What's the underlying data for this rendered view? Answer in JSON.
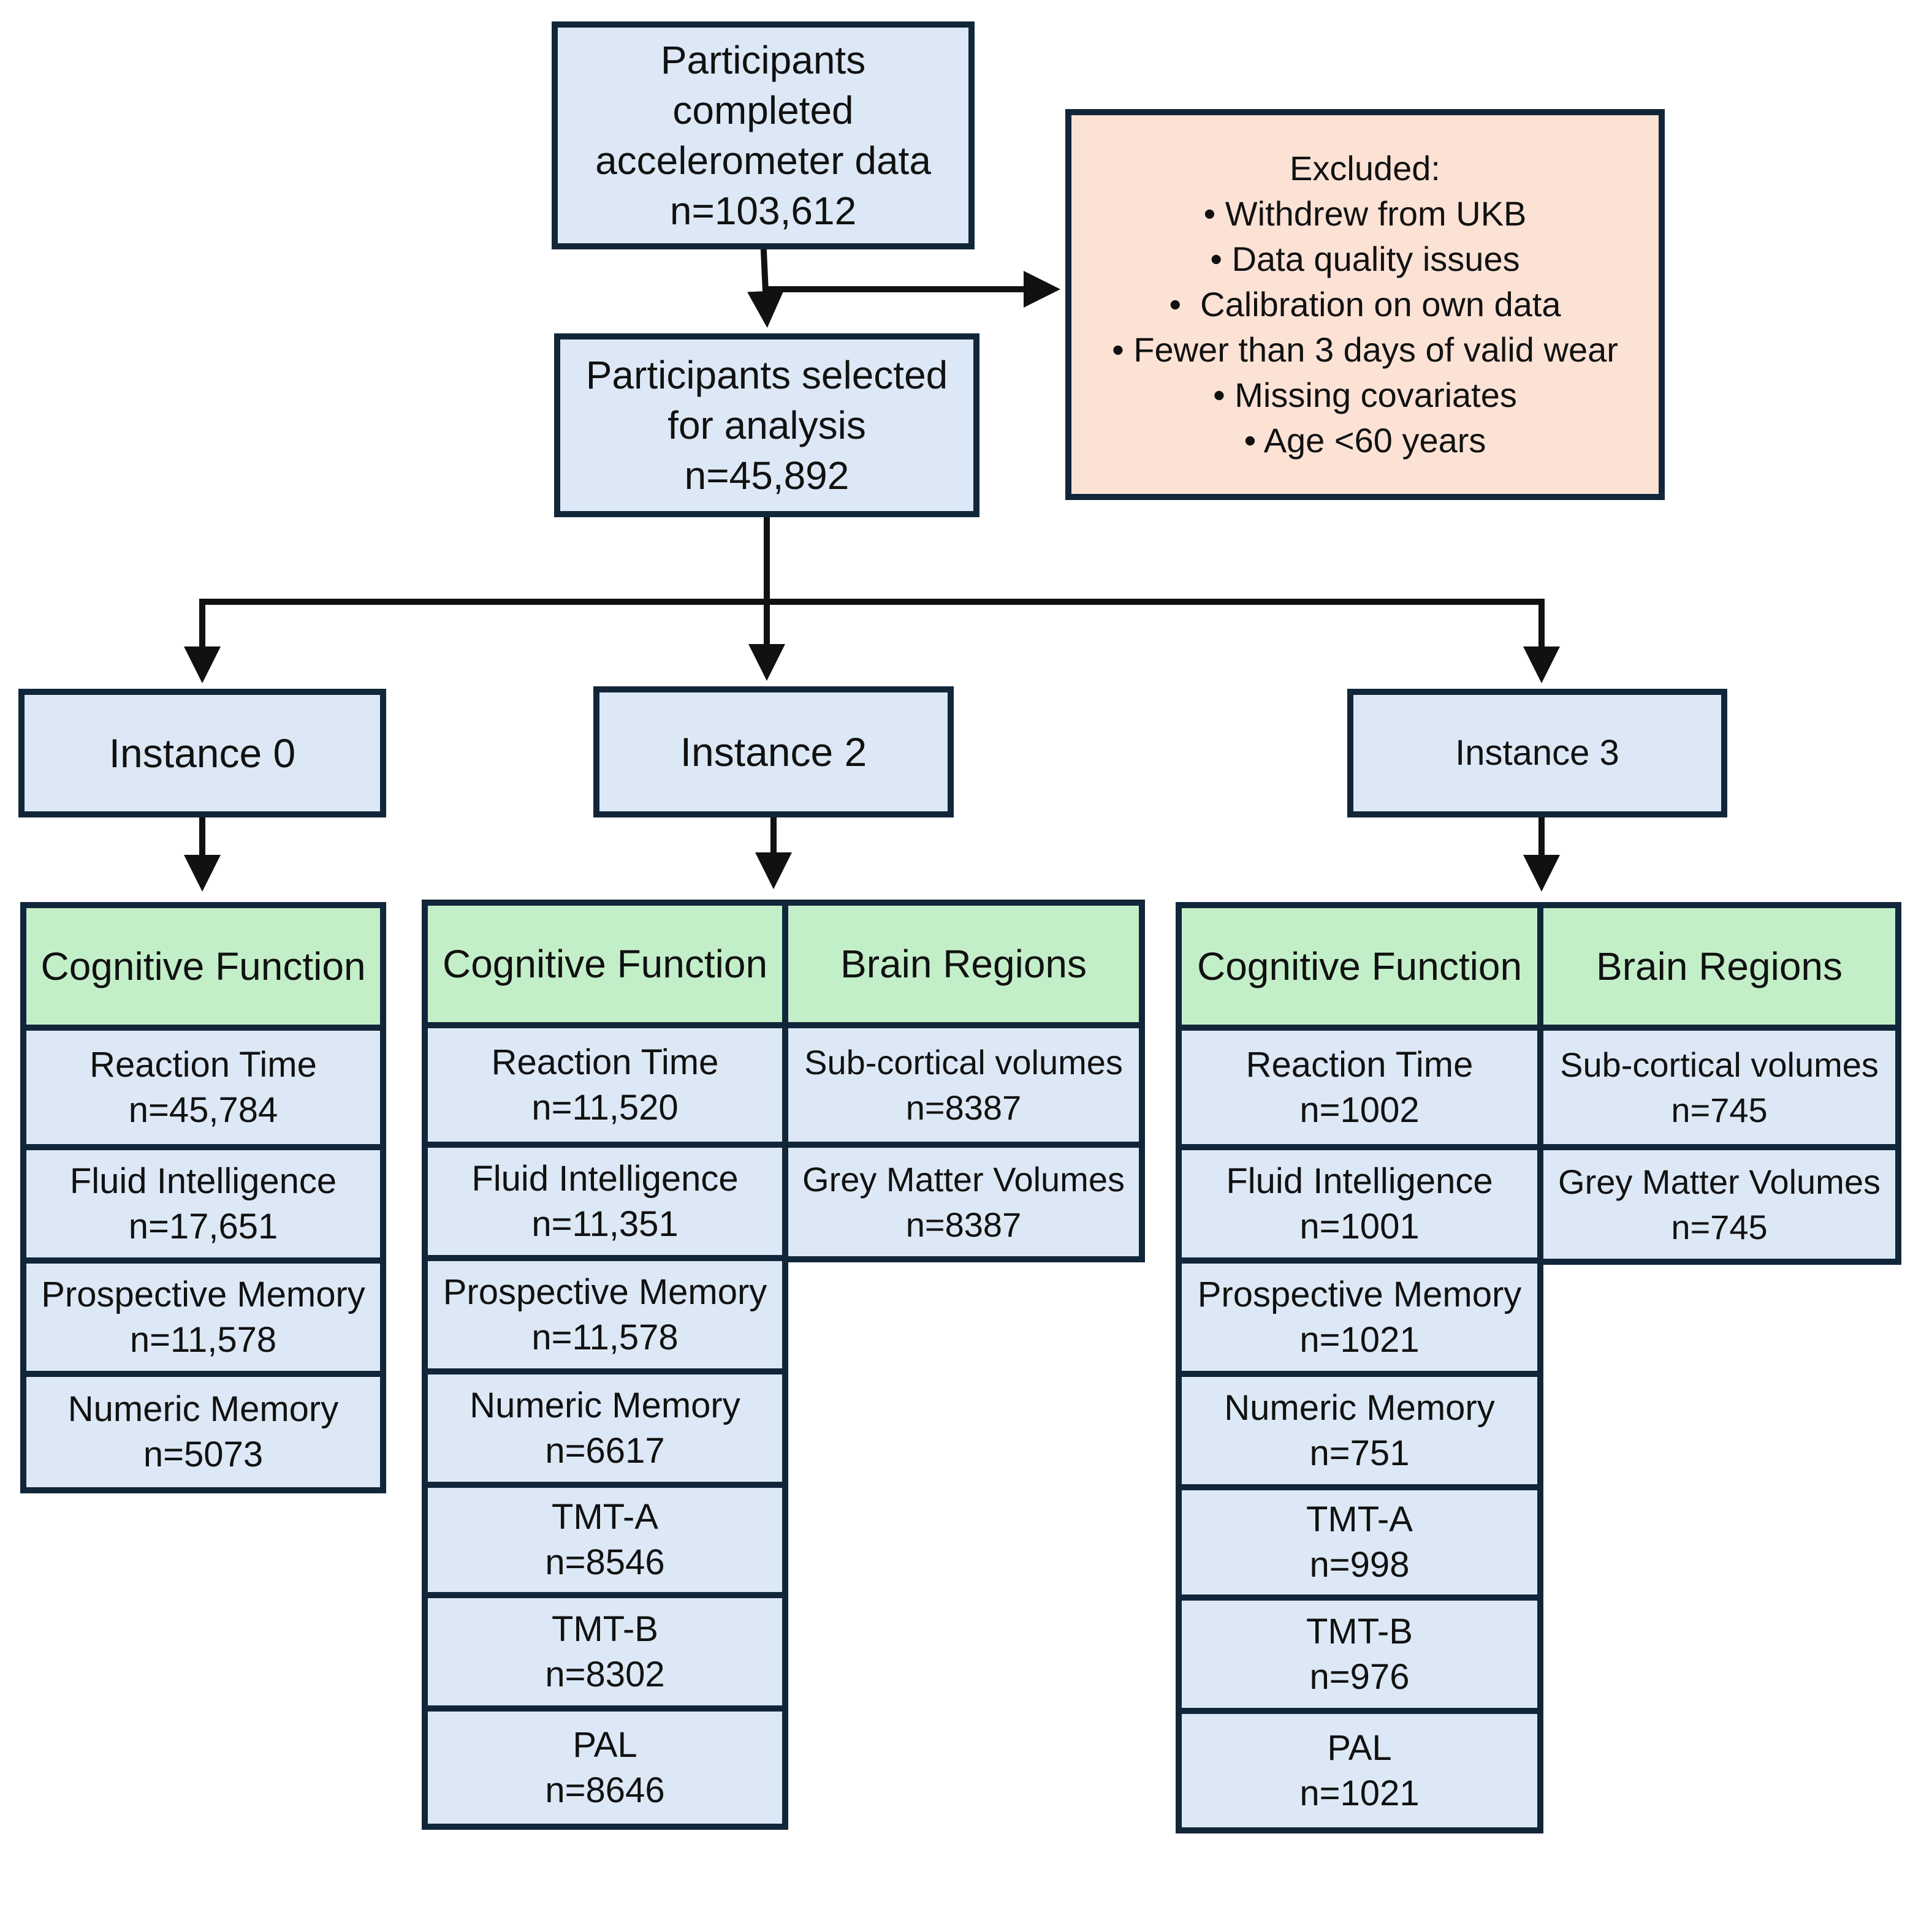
{
  "top": {
    "lines": [
      "Participants",
      "completed",
      "accelerometer data",
      "n=103,612"
    ]
  },
  "excluded": {
    "title": "Excluded:",
    "items": [
      "Withdrew from UKB",
      "Data quality issues",
      "Calibration on own data",
      "Fewer than 3 days of valid wear",
      "Missing covariates",
      "Age <60 years"
    ],
    "bullet": "•"
  },
  "selected": {
    "lines": [
      "Participants selected",
      "for analysis",
      "n=45,892"
    ]
  },
  "instances": [
    {
      "label": "Instance 0",
      "cognitive": {
        "header": "Cognitive Function",
        "rows": [
          {
            "name": "Reaction Time",
            "n": "n=45,784"
          },
          {
            "name": "Fluid Intelligence",
            "n": "n=17,651"
          },
          {
            "name": "Prospective Memory",
            "n": "n=11,578"
          },
          {
            "name": "Numeric Memory",
            "n": "n=5073"
          }
        ]
      }
    },
    {
      "label": "Instance 2",
      "cognitive": {
        "header": "Cognitive Function",
        "rows": [
          {
            "name": "Reaction Time",
            "n": "n=11,520"
          },
          {
            "name": "Fluid Intelligence",
            "n": "n=11,351"
          },
          {
            "name": "Prospective Memory",
            "n": "n=11,578"
          },
          {
            "name": "Numeric Memory",
            "n": "n=6617"
          },
          {
            "name": "TMT-A",
            "n": "n=8546"
          },
          {
            "name": "TMT-B",
            "n": "n=8302"
          },
          {
            "name": "PAL",
            "n": "n=8646"
          }
        ]
      },
      "brain": {
        "header": "Brain Regions",
        "rows": [
          {
            "name": "Sub-cortical volumes",
            "n": "n=8387"
          },
          {
            "name": "Grey Matter Volumes",
            "n": "n=8387"
          }
        ]
      }
    },
    {
      "label": "Instance 3",
      "cognitive": {
        "header": "Cognitive Function",
        "rows": [
          {
            "name": "Reaction Time",
            "n": "n=1002"
          },
          {
            "name": "Fluid Intelligence",
            "n": "n=1001"
          },
          {
            "name": "Prospective Memory",
            "n": "n=1021"
          },
          {
            "name": "Numeric Memory",
            "n": "n=751"
          },
          {
            "name": "TMT-A",
            "n": "n=998"
          },
          {
            "name": "TMT-B",
            "n": "n=976"
          },
          {
            "name": "PAL",
            "n": "n=1021"
          }
        ]
      },
      "brain": {
        "header": "Brain Regions",
        "rows": [
          {
            "name": "Sub-cortical volumes",
            "n": "n=745"
          },
          {
            "name": "Grey Matter Volumes",
            "n": "n=745"
          }
        ]
      }
    }
  ]
}
